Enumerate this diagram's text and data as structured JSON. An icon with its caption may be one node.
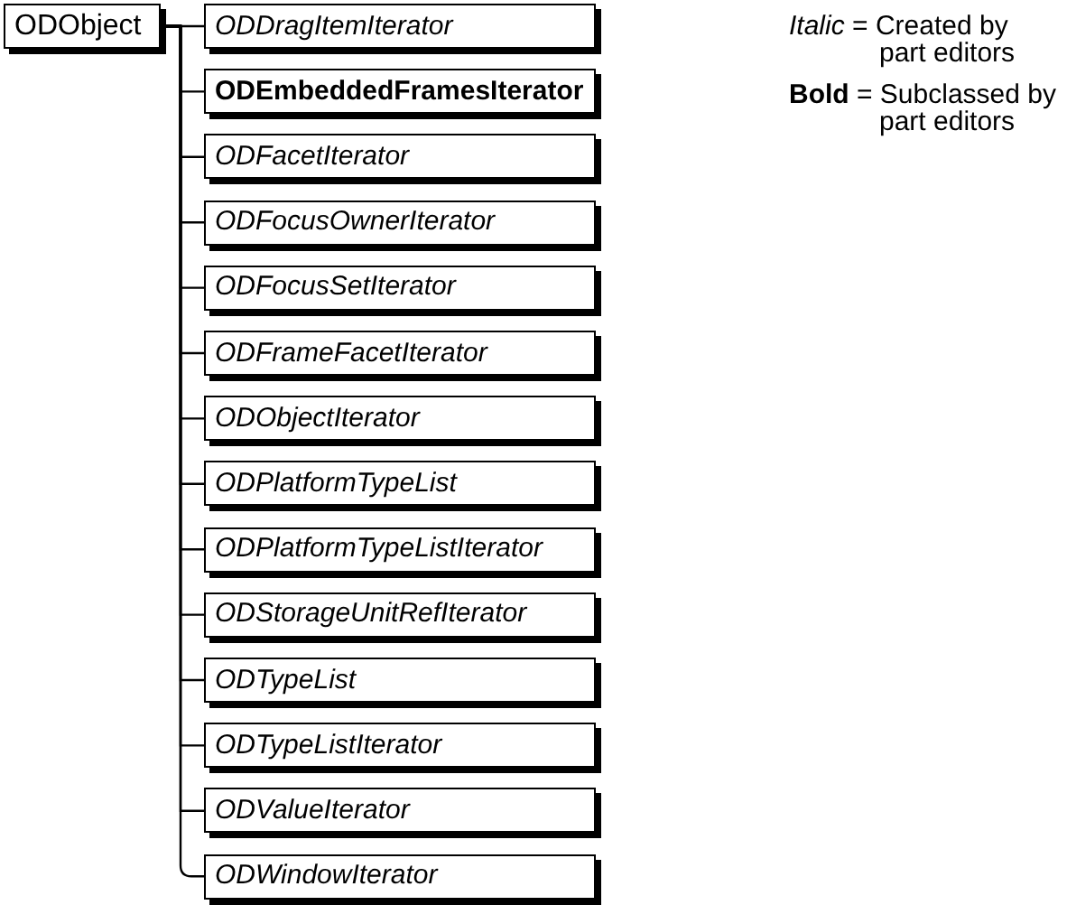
{
  "diagram": {
    "nodes": [
      {
        "text": [
          "ODObject"
        ]
      },
      {
        "text": [
          "ODDragItemIterator"
        ]
      },
      {
        "text": [
          "ODEmbeddedFramesIterator"
        ]
      },
      {
        "text": [
          "ODFacetIterator"
        ]
      },
      {
        "text": [
          "ODFocusOwnerIterator"
        ]
      },
      {
        "text": [
          "ODFocusSetIterator"
        ]
      },
      {
        "text": [
          "ODFrameFacetIterator"
        ]
      },
      {
        "text": [
          "ODObjectIterator"
        ]
      },
      {
        "text": [
          "ODPlatformTypeList"
        ]
      },
      {
        "text": [
          "ODPlatformTypeListIterator"
        ]
      },
      {
        "text": [
          "ODStorageUnitRefIterator"
        ]
      },
      {
        "text": [
          "ODTypeList"
        ]
      },
      {
        "text": [
          "ODTypeListIterator"
        ]
      },
      {
        "text": [
          "ODValueIterator"
        ]
      },
      {
        "text": [
          "ODWindowIterator"
        ]
      }
    ],
    "edges": [
      {
        "from": 0,
        "to": 1,
        "arrow": "none"
      },
      {
        "from": 0,
        "to": 2,
        "arrow": "none"
      },
      {
        "from": 0,
        "to": 3,
        "arrow": "none"
      },
      {
        "from": 0,
        "to": 4,
        "arrow": "none"
      },
      {
        "from": 0,
        "to": 5,
        "arrow": "none"
      },
      {
        "from": 0,
        "to": 6,
        "arrow": "none"
      },
      {
        "from": 0,
        "to": 7,
        "arrow": "none"
      },
      {
        "from": 0,
        "to": 8,
        "arrow": "none"
      },
      {
        "from": 0,
        "to": 9,
        "arrow": "none"
      },
      {
        "from": 0,
        "to": 10,
        "arrow": "none"
      },
      {
        "from": 0,
        "to": 11,
        "arrow": "none"
      },
      {
        "from": 0,
        "to": 12,
        "arrow": "none"
      },
      {
        "from": 0,
        "to": 13,
        "arrow": "none"
      },
      {
        "from": 0,
        "to": 14,
        "arrow": "none"
      }
    ],
    "legend": [
      {
        "text": "*Italic* = Created by part editors"
      },
      {
        "text": "**Bold** = Subclassed by part editors"
      }
    ]
  }
}
